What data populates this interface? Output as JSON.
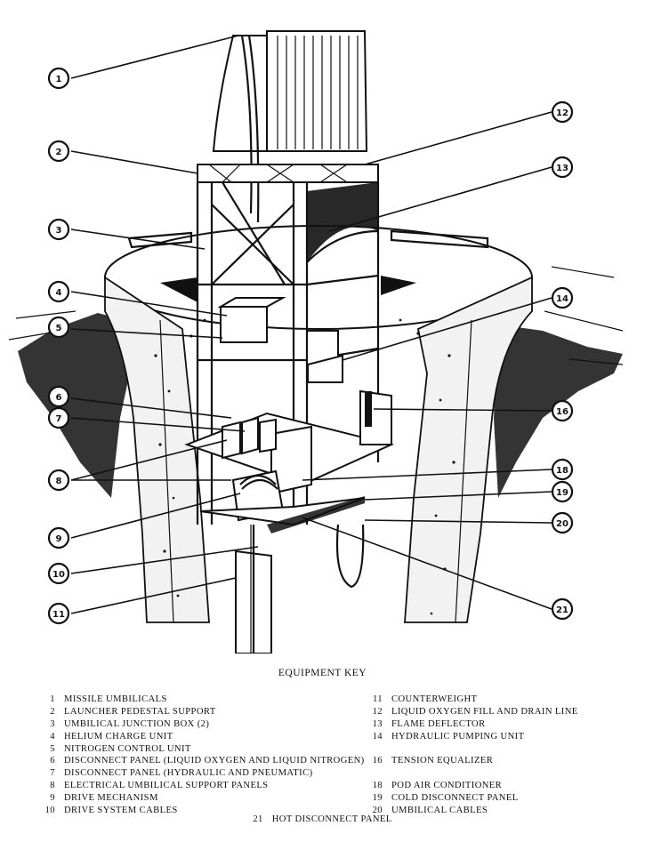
{
  "figure": {
    "key_title": "EQUIPMENT KEY",
    "callouts": [
      "1",
      "2",
      "3",
      "4",
      "5",
      "6",
      "7",
      "8",
      "9",
      "10",
      "11",
      "12",
      "13",
      "14",
      "16",
      "18",
      "19",
      "20",
      "21"
    ]
  },
  "key": {
    "left": [
      {
        "num": "1",
        "label": "MISSILE UMBILICALS"
      },
      {
        "num": "2",
        "label": "LAUNCHER PEDESTAL SUPPORT"
      },
      {
        "num": "3",
        "label": "UMBILICAL JUNCTION BOX (2)"
      },
      {
        "num": "4",
        "label": "HELIUM CHARGE UNIT"
      },
      {
        "num": "5",
        "label": "NITROGEN CONTROL UNIT"
      },
      {
        "num": "6",
        "label": "DISCONNECT PANEL (LIQUID OXYGEN AND LIQUID NITROGEN)"
      },
      {
        "num": "7",
        "label": "DISCONNECT PANEL (HYDRAULIC AND PNEUMATIC)"
      },
      {
        "num": "8",
        "label": "ELECTRICAL UMBILICAL SUPPORT PANELS"
      },
      {
        "num": "9",
        "label": "DRIVE MECHANISM"
      },
      {
        "num": "10",
        "label": "DRIVE SYSTEM CABLES"
      }
    ],
    "right": [
      {
        "num": "11",
        "label": "COUNTERWEIGHT"
      },
      {
        "num": "12",
        "label": "LIQUID OXYGEN FILL AND DRAIN LINE"
      },
      {
        "num": "13",
        "label": "FLAME DEFLECTOR"
      },
      {
        "num": "14",
        "label": "HYDRAULIC PUMPING UNIT"
      },
      {
        "num": "",
        "label": ""
      },
      {
        "num": "16",
        "label": "TENSION EQUALIZER"
      },
      {
        "num": "",
        "label": ""
      },
      {
        "num": "18",
        "label": "POD AIR CONDITIONER"
      },
      {
        "num": "19",
        "label": "COLD DISCONNECT PANEL"
      },
      {
        "num": "20",
        "label": "UMBILICAL CABLES"
      }
    ],
    "center": {
      "num": "21",
      "label": "HOT DISCONNECT PANEL"
    }
  }
}
